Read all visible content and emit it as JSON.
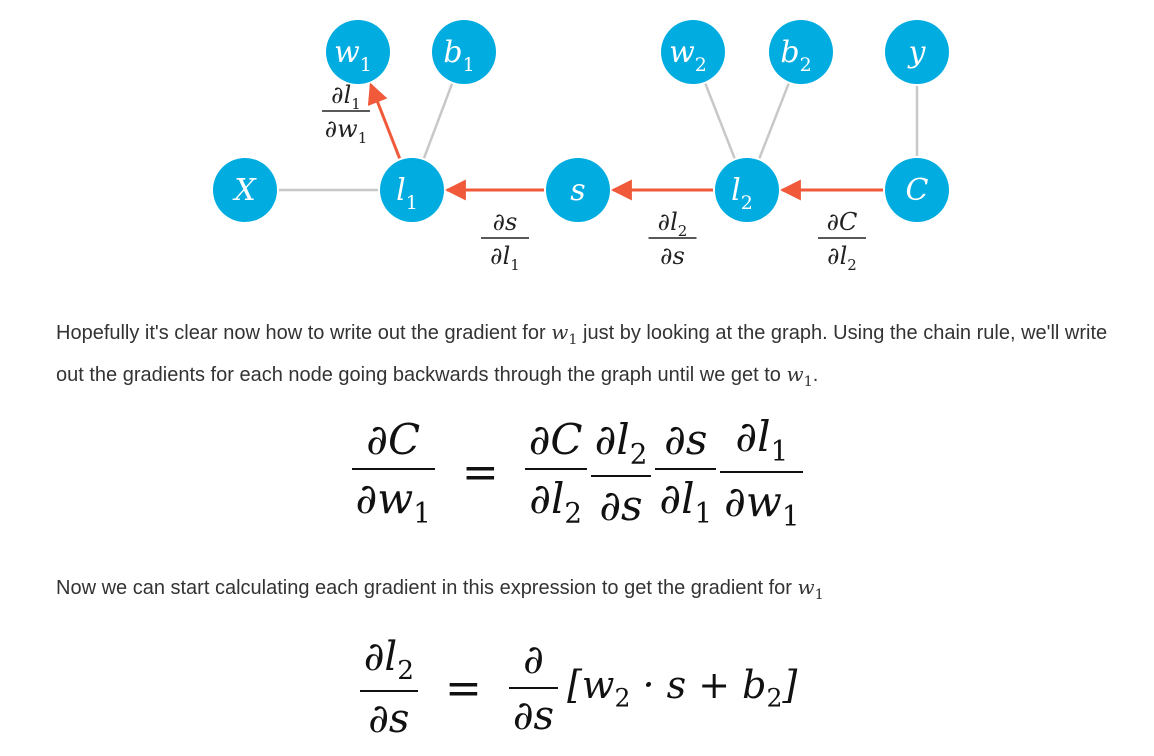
{
  "diagram": {
    "nodes": [
      {
        "id": "w1",
        "base": "w",
        "sub": "1"
      },
      {
        "id": "b1",
        "base": "b",
        "sub": "1"
      },
      {
        "id": "w2",
        "base": "w",
        "sub": "2"
      },
      {
        "id": "b2",
        "base": "b",
        "sub": "2"
      },
      {
        "id": "y",
        "base": "y",
        "sub": ""
      },
      {
        "id": "X",
        "base": "X",
        "sub": ""
      },
      {
        "id": "l1",
        "base": "l",
        "sub": "1"
      },
      {
        "id": "s",
        "base": "s",
        "sub": ""
      },
      {
        "id": "l2",
        "base": "l",
        "sub": "2"
      },
      {
        "id": "C",
        "base": "C",
        "sub": ""
      }
    ],
    "edges": [
      {
        "from": "X",
        "to": "l1"
      },
      {
        "from": "b1",
        "to": "l1"
      },
      {
        "from": "w2",
        "to": "l2"
      },
      {
        "from": "b2",
        "to": "l2"
      },
      {
        "from": "y",
        "to": "C"
      }
    ],
    "gradient_edges": [
      {
        "from": "l1",
        "to": "w1",
        "num": "∂l",
        "num_sub": "1",
        "den": "∂w",
        "den_sub": "1"
      },
      {
        "from": "s",
        "to": "l1",
        "num": "∂s",
        "num_sub": "",
        "den": "∂l",
        "den_sub": "1"
      },
      {
        "from": "l2",
        "to": "s",
        "num": "∂l",
        "num_sub": "2",
        "den": "∂s",
        "den_sub": ""
      },
      {
        "from": "C",
        "to": "l2",
        "num": "∂C",
        "num_sub": "",
        "den": "∂l",
        "den_sub": "2"
      }
    ],
    "colors": {
      "node": "#00ace0",
      "arrow": "#f05a3a",
      "edge": "#c8c8c8"
    }
  },
  "text": {
    "p1_a": "Hopefully it's clear now how to write out the gradient for ",
    "p1_var": "w",
    "p1_var_sub": "1",
    "p1_b": " just by looking at the graph. Using the chain rule, we'll write out the gradients for each node going backwards through the graph until we get to ",
    "p1_end_var": "w",
    "p1_end_sub": "1",
    "p1_end": ".",
    "p2_a": "Now we can start calculating each gradient in this expression to get the gradient for ",
    "p2_var": "w",
    "p2_var_sub": "1"
  },
  "eq1": {
    "lhs_num": "∂C",
    "lhs_den": "∂w",
    "lhs_den_sub": "1",
    "rel": "=",
    "terms": [
      {
        "num": "∂C",
        "num_sub": "",
        "den": "∂l",
        "den_sub": "2"
      },
      {
        "num": "∂l",
        "num_sub": "2",
        "den": "∂s",
        "den_sub": ""
      },
      {
        "num": "∂s",
        "num_sub": "",
        "den": "∂l",
        "den_sub": "1"
      },
      {
        "num": "∂l",
        "num_sub": "1",
        "den": "∂w",
        "den_sub": "1"
      }
    ]
  },
  "eq2": {
    "lhs_num": "∂l",
    "lhs_num_sub": "2",
    "lhs_den": "∂s",
    "rel": "=",
    "op_num": "∂",
    "op_den": "∂s",
    "br_open": "[w",
    "br_sub": "2",
    "br_rest": " · s + b",
    "br_sub2": "2",
    "br_close": "]"
  }
}
